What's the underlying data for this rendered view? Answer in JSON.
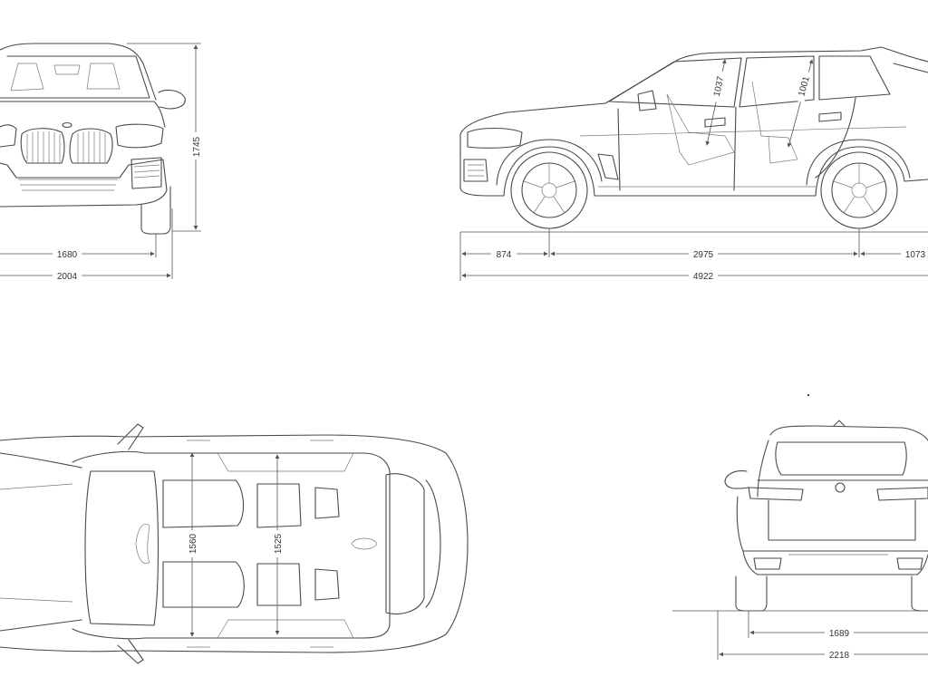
{
  "views": {
    "front": {
      "width_track": "1680",
      "width_overall": "2004",
      "height": "1745"
    },
    "side": {
      "front_overhang": "874",
      "wheelbase": "2975",
      "rear_overhang": "1073",
      "length": "4922",
      "front_headroom": "1037",
      "rear_headroom": "1001"
    },
    "top": {
      "front_shoulder": "1560",
      "rear_shoulder": "1525"
    },
    "rear": {
      "width_track": "1689",
      "width_mirrors": "2218"
    }
  },
  "colors": {
    "line": "#4a4a4a",
    "background": "#ffffff"
  }
}
